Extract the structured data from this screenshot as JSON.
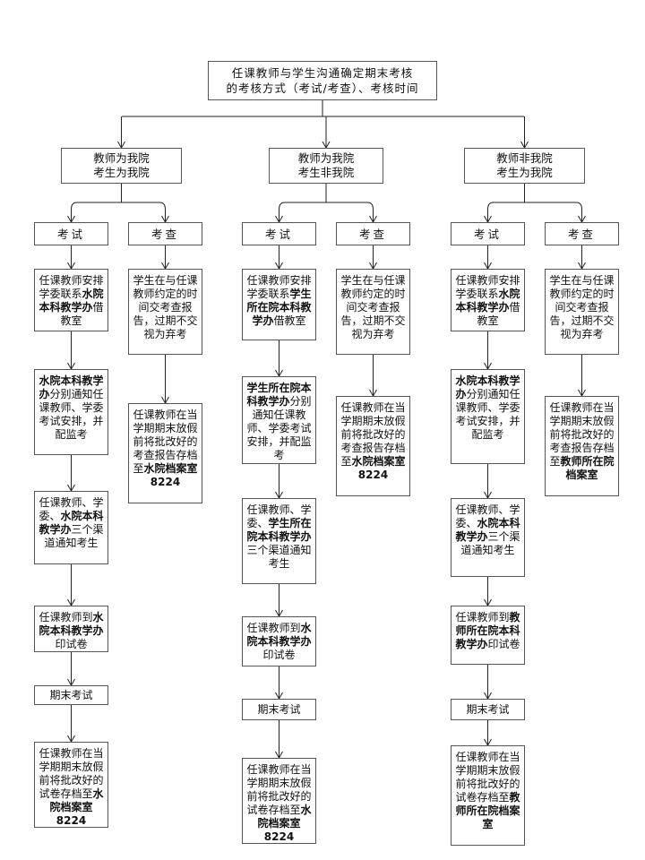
{
  "root": {
    "line1": "任课教师与学生沟通确定期末考核",
    "line2": "的考核方式（考试/考查）、考核时间"
  },
  "branches": [
    {
      "head1": "教师为我院",
      "head2": "考生为我院",
      "exam_label": "考试",
      "check_label": "考查",
      "exam_steps": [
        [
          {
            "t": "任课教师安排学委联系"
          },
          {
            "t": "水院本科教学办",
            "b": true
          },
          {
            "t": "借教室"
          }
        ],
        [
          {
            "t": "水院本科教学办",
            "b": true
          },
          {
            "t": "分别通知任课教师、学委考试安排，并配监考"
          }
        ],
        [
          {
            "t": "任课教师、学委、"
          },
          {
            "t": "水院本科教学办",
            "b": true
          },
          {
            "t": "三个渠道通知考生"
          }
        ],
        [
          {
            "t": "任课教师到"
          },
          {
            "t": "水院本科教学办",
            "b": true
          },
          {
            "t": "印试卷"
          }
        ],
        [
          {
            "t": "期末考试"
          }
        ],
        [
          {
            "t": "任课教师在当学期期末放假前将批改好的试卷存档至"
          },
          {
            "t": "水院档案室8224",
            "b": true
          }
        ]
      ],
      "check_steps": [
        [
          {
            "t": "学生在与任课教师约定的时间交考查报告，过期不交视为弃考"
          }
        ],
        [
          {
            "t": "任课教师在当学期期末放假前将批改好的考查报告存档至"
          },
          {
            "t": "水院档案室8224",
            "b": true
          }
        ]
      ]
    },
    {
      "head1": "教师为我院",
      "head2": "考生非我院",
      "exam_label": "考试",
      "check_label": "考查",
      "exam_steps": [
        [
          {
            "t": "任课教师安排学委联系"
          },
          {
            "t": "学生所在院本科教学办",
            "b": true
          },
          {
            "t": "借教室"
          }
        ],
        [
          {
            "t": "学生所在院本科教学办",
            "b": true
          },
          {
            "t": "分别通知任课教师、学委考试安排，并配监考"
          }
        ],
        [
          {
            "t": "任课教师、学委、"
          },
          {
            "t": "学生所在院本科教学办",
            "b": true
          },
          {
            "t": "三个渠道通知考生"
          }
        ],
        [
          {
            "t": "任课教师到"
          },
          {
            "t": "水院本科教学办",
            "b": true
          },
          {
            "t": "印试卷"
          }
        ],
        [
          {
            "t": "期末考试"
          }
        ],
        [
          {
            "t": "任课教师在当学期期末放假前将批改好的试卷存档至"
          },
          {
            "t": "水院档案室8224",
            "b": true
          }
        ]
      ],
      "check_steps": [
        [
          {
            "t": "学生在与任课教师约定的时间交考查报告，过期不交视为弃考"
          }
        ],
        [
          {
            "t": "任课教师在当学期期末放假前将批改好的考查报告存档至"
          },
          {
            "t": "水院档案室8224",
            "b": true
          }
        ]
      ]
    },
    {
      "head1": "教师非我院",
      "head2": "考生为我院",
      "exam_label": "考试",
      "check_label": "考查",
      "exam_steps": [
        [
          {
            "t": "任课教师安排学委联系"
          },
          {
            "t": "水院本科教学办",
            "b": true
          },
          {
            "t": "借教室"
          }
        ],
        [
          {
            "t": "水院本科教学办",
            "b": true
          },
          {
            "t": "分别通知任课教师、学委考试安排，并配监考"
          }
        ],
        [
          {
            "t": "任课教师、学委、"
          },
          {
            "t": "水院本科教学办",
            "b": true
          },
          {
            "t": "三个渠道通知考生"
          }
        ],
        [
          {
            "t": "任课教师到"
          },
          {
            "t": "教师所在院本科教学办",
            "b": true
          },
          {
            "t": "印试卷"
          }
        ],
        [
          {
            "t": "期末考试"
          }
        ],
        [
          {
            "t": "任课教师在当学期期末放假前将批改好的试卷存档至"
          },
          {
            "t": "教师所在院档案室",
            "b": true
          }
        ]
      ],
      "check_steps": [
        [
          {
            "t": "学生在与任课教师约定的时间交考查报告，过期不交视为弃考"
          }
        ],
        [
          {
            "t": "任课教师在当学期期末放假前将批改好的考查报告存档至"
          },
          {
            "t": "教师所在院档案室",
            "b": true
          }
        ]
      ]
    }
  ]
}
